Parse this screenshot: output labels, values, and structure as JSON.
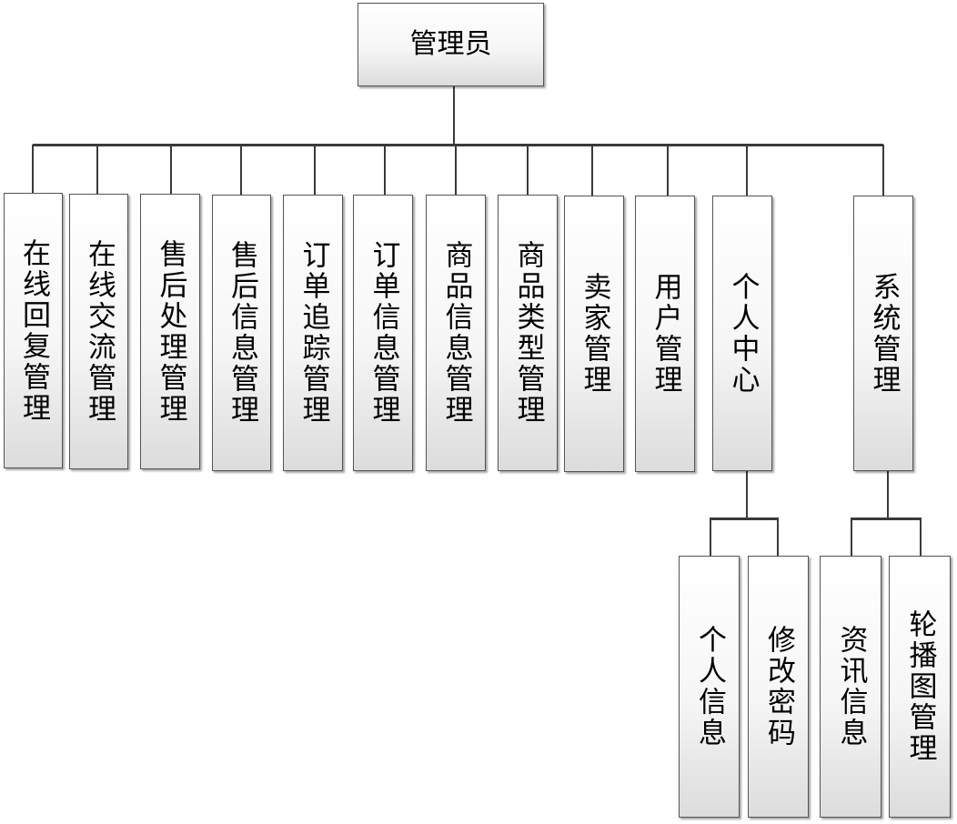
{
  "root": {
    "label": "管理员"
  },
  "level1": [
    {
      "label": "在线回复管理"
    },
    {
      "label": "在线交流管理"
    },
    {
      "label": "售后处理管理"
    },
    {
      "label": "售后信息管理"
    },
    {
      "label": "订单追踪管理"
    },
    {
      "label": "订单信息管理"
    },
    {
      "label": "商品信息管理"
    },
    {
      "label": "商品类型管理"
    },
    {
      "label": "卖家管理"
    },
    {
      "label": "用户管理"
    },
    {
      "label": "个人中心"
    },
    {
      "label": "系统管理"
    }
  ],
  "personal_center_children": [
    {
      "label": "个人信息"
    },
    {
      "label": "修改密码"
    }
  ],
  "system_children": [
    {
      "label": "资讯信息"
    },
    {
      "label": "轮播图管理"
    }
  ]
}
